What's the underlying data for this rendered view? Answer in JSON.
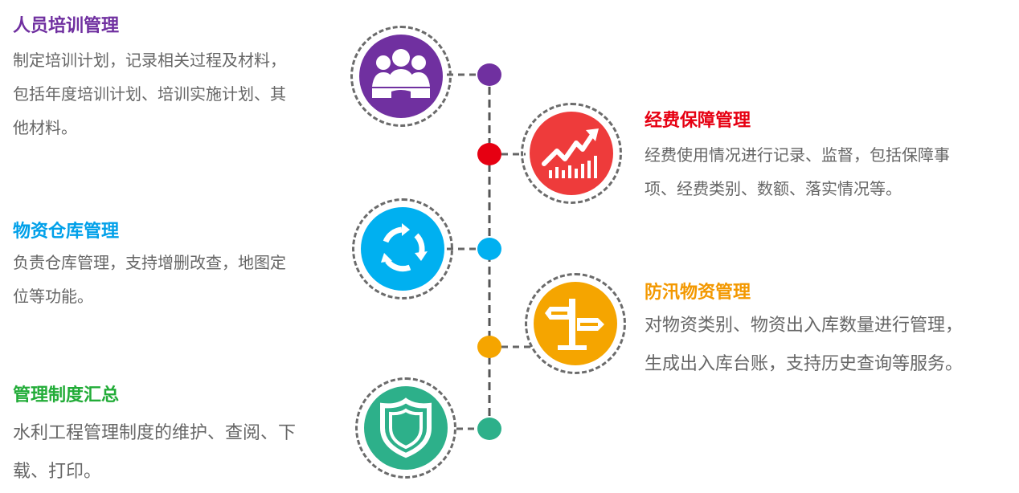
{
  "colors": {
    "purple": "#7030a0",
    "red": "#ee3b3b",
    "blue": "#00b0f0",
    "orange": "#f5a500",
    "green": "#2db08a",
    "title_red": "#e60012",
    "title_blue": "#00a0e9",
    "title_orange": "#f39800",
    "title_green": "#22ac38",
    "desc": "#666666"
  },
  "items": [
    {
      "title": "人员培训管理",
      "desc": [
        "制定培训计划，记录相关过程及材料，",
        "包括年度培训计划、培训实施计划、其",
        "他材料。"
      ],
      "icon": "people-icon"
    },
    {
      "title": "经费保障管理",
      "desc": [
        "经费使用情况进行记录、监督，包括保障事",
        "项、经费类别、数额、落实情况等。"
      ],
      "icon": "growth-chart-icon"
    },
    {
      "title": "物资仓库管理",
      "desc": [
        "负责仓库管理，支持增删改查，地图定",
        "位等功能。"
      ],
      "icon": "refresh-cycle-icon"
    },
    {
      "title": "防汛物资管理",
      "desc": [
        "对物资类别、物资出入库数量进行管理，",
        "生成出入库台账，支持历史查询等服务。"
      ],
      "icon": "signpost-icon"
    },
    {
      "title": "管理制度汇总",
      "desc": [
        "水利工程管理制度的维护、查阅、下",
        "载、打印。"
      ],
      "icon": "shield-icon"
    }
  ]
}
